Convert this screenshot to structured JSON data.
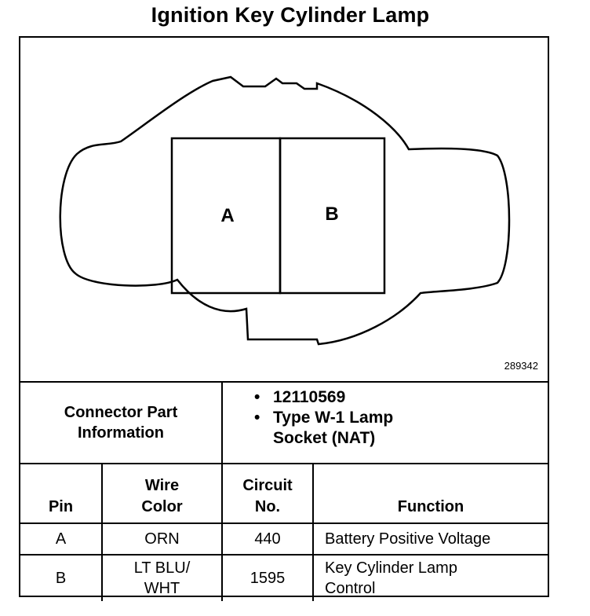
{
  "title": "Ignition Key Cylinder Lamp",
  "diagram": {
    "cavity_labels": [
      "A",
      "B"
    ],
    "figure_number": "289342"
  },
  "connector_info": {
    "label_line1": "Connector Part",
    "label_line2": "Information",
    "items": [
      {
        "line1": "12110569",
        "line2": ""
      },
      {
        "line1": "Type W-1 Lamp",
        "line2": "Socket (NAT)"
      }
    ]
  },
  "table": {
    "headers": {
      "pin": "Pin",
      "wire_color_1": "Wire",
      "wire_color_2": "Color",
      "circuit_1": "Circuit",
      "circuit_2": "No.",
      "function": "Function"
    },
    "rows": [
      {
        "pin": "A",
        "wire_1": "ORN",
        "wire_2": "",
        "circuit": "440",
        "function_1": "Battery Positive Voltage",
        "function_2": ""
      },
      {
        "pin": "B",
        "wire_1": "LT BLU/",
        "wire_2": "WHT",
        "circuit": "1595",
        "function_1": "Key Cylinder Lamp",
        "function_2": "Control"
      }
    ]
  }
}
